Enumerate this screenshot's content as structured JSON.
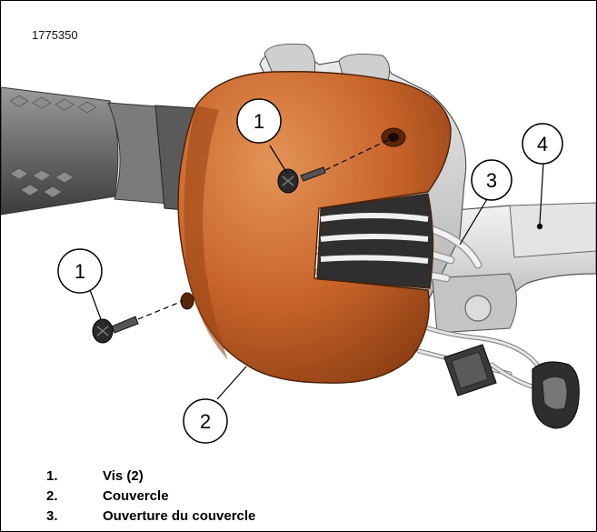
{
  "figure": {
    "id": "1775350"
  },
  "callouts": [
    {
      "label": "1"
    },
    {
      "label": "1"
    },
    {
      "label": "2"
    },
    {
      "label": "3"
    },
    {
      "label": "4"
    }
  ],
  "legend": [
    {
      "num": "1.",
      "text": "Vis (2)"
    },
    {
      "num": "2.",
      "text": "Couvercle"
    },
    {
      "num": "3.",
      "text": "Ouverture du couvercle"
    }
  ],
  "colors": {
    "cover": "#c8642a",
    "cover_shadow": "#8e3f14",
    "cover_highlight": "#e08a4e",
    "bar": "#d8d8d8",
    "grip": "#6e6e6e",
    "outline": "#000000"
  }
}
